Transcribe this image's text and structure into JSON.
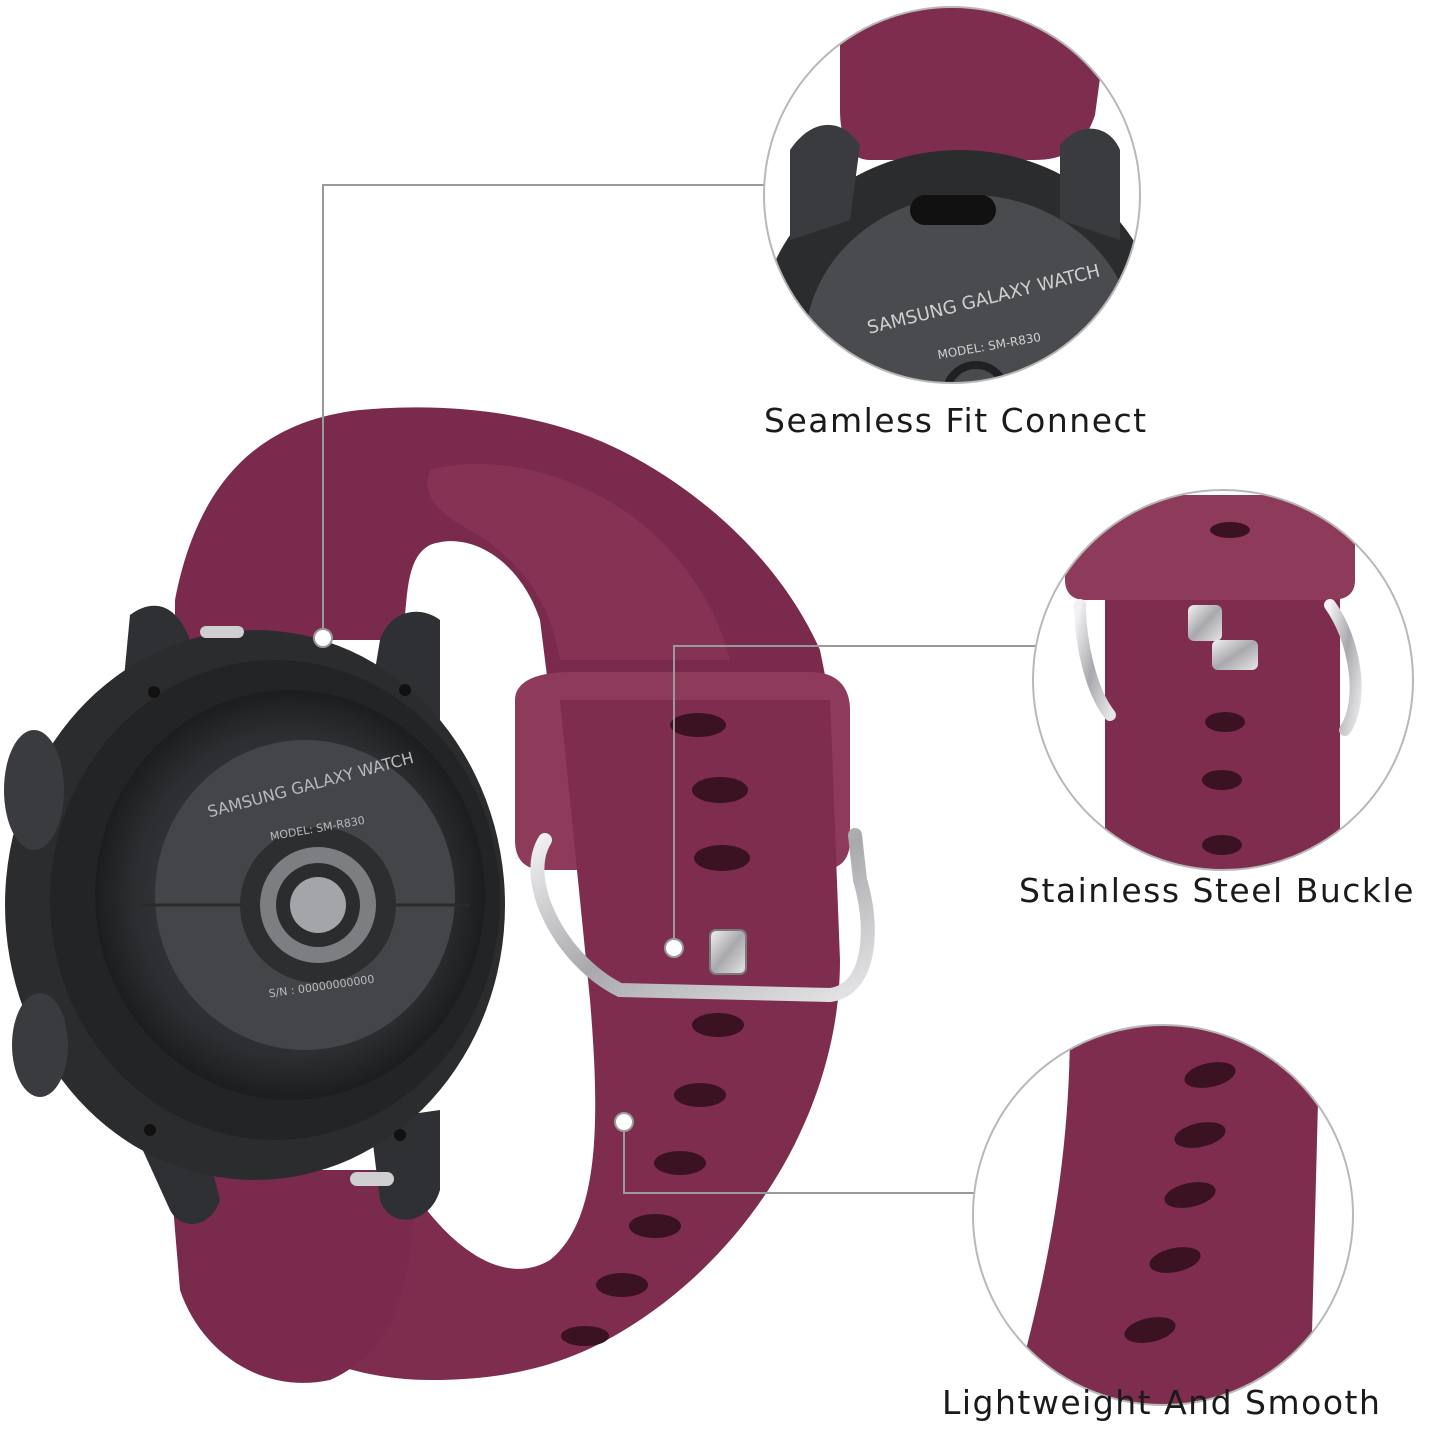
{
  "captions": {
    "seamless_fit": "Seamless Fit Connect",
    "buckle": "Stainless Steel Buckle",
    "lightweight": "Lightweight And Smooth"
  },
  "watch_engraving": {
    "brand": "SAMSUNG GALAXY WATCH",
    "model": "MODEL: SM-R830",
    "serial": "S/N : 00000000000"
  },
  "colors": {
    "band": "#7e2d4f",
    "band_shadow": "#6a2442",
    "watch_case": "#2b2c2e",
    "steel": "#c9c9cc",
    "callout_line": "#9a9a9a"
  }
}
